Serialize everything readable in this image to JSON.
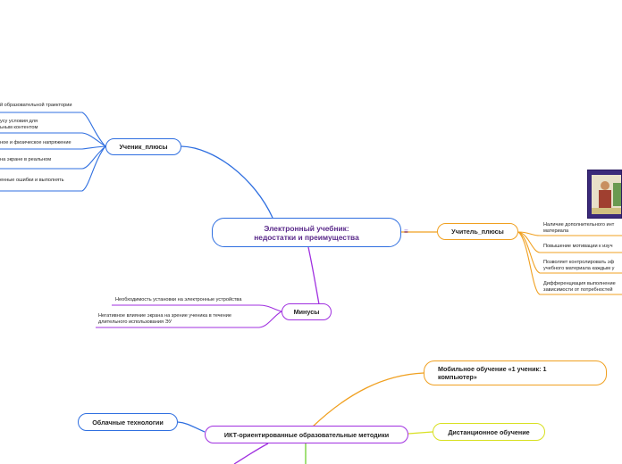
{
  "central": "Электронный учебник:\nнедостатки и преимущества",
  "central_marker": "≡",
  "student": {
    "title": "Ученик_плюсы",
    "items": [
      "й образовательной траектории",
      "усу условия для\nьным контентом",
      "ное и физическое напряжение",
      "на экране в реальном",
      "енные ошибки и выполнять"
    ]
  },
  "teacher": {
    "title": "Учитель_плюсы",
    "items": [
      "Наличие дополнительного инт\nматериала",
      "Повышение мотивации к изуч",
      "Позволяет контролировать эф\nучебного материала каждым у",
      "Дифференциация выполнение\nзависимости от потребностей"
    ]
  },
  "minus": {
    "title": "Минусы",
    "items": [
      "Необходимость установки на электронные устройства",
      "Негативное влияние экрана на зрение ученика в течение\nдлительного использования ЭУ"
    ]
  },
  "ikt": {
    "title": "ИКТ-ориентированные образовательные методики",
    "mobile": "Мобильное обучение «1 ученик: 1\nкомпьютер»",
    "distance": "Дистанционное обучение",
    "cloud": "Облачные технологии"
  },
  "colors": {
    "blue": "#2f6fe0",
    "orange": "#f0a020",
    "purple": "#a030e0",
    "yellow": "#d8e020",
    "green": "#70d030"
  }
}
